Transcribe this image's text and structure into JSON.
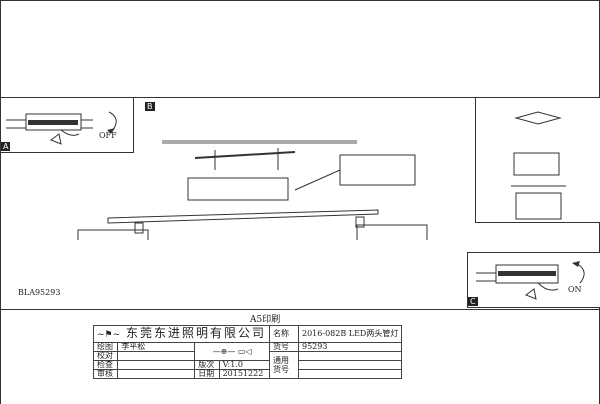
{
  "panels": {
    "a": {
      "tag": "A",
      "switch_label": "OFF"
    },
    "b": {
      "tag": "B"
    },
    "c": {
      "tag": "C",
      "switch_label": "ON"
    }
  },
  "model_code": "BLA95293",
  "print_note": "A5印刷",
  "title_block": {
    "company": "东莞东进照明有限公司",
    "name_label": "名称",
    "name_value": "2016-082B LED两头管灯",
    "drawn_label": "绘图",
    "drawn_value": "李平松",
    "checked_label": "校对",
    "inspect_label": "检查",
    "approve_label": "审核",
    "part_no_label": "货号",
    "part_no_value": "95293",
    "general_label": "通用货号",
    "version_label": "版次",
    "version_value": "V:1.0",
    "date_label": "日期",
    "date_value": "20151222"
  }
}
